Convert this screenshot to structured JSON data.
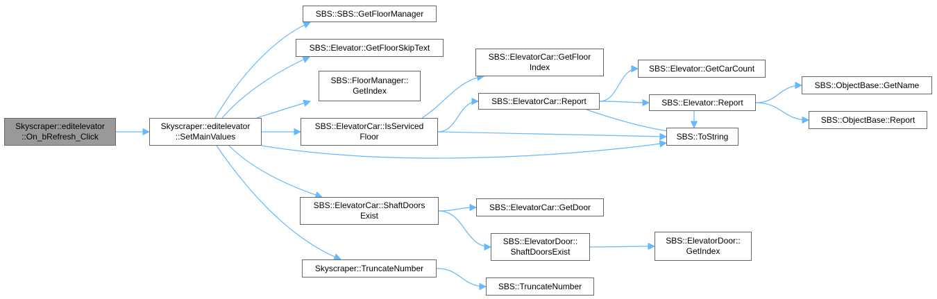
{
  "diagram": {
    "edge_color": "#63b8ff",
    "root_fill": "#999999",
    "node_border": "#666666",
    "nodes": [
      {
        "id": "root",
        "lines": [
          "Skyscraper::editelevator",
          "::On_bRefresh_Click"
        ],
        "root": true
      },
      {
        "id": "setmain",
        "lines": [
          "Skyscraper::editelevator",
          "::SetMainValues"
        ]
      },
      {
        "id": "getfloormgr",
        "lines": [
          "SBS::SBS::GetFloorManager"
        ]
      },
      {
        "id": "floorskip",
        "lines": [
          "SBS::Elevator::GetFloorSkipText"
        ]
      },
      {
        "id": "fm_getindex",
        "lines": [
          "SBS::FloorManager::",
          "GetIndex"
        ]
      },
      {
        "id": "isserviced",
        "lines": [
          "SBS::ElevatorCar::IsServiced",
          "Floor"
        ]
      },
      {
        "id": "shaftdoors",
        "lines": [
          "SBS::ElevatorCar::ShaftDoors",
          "Exist"
        ]
      },
      {
        "id": "truncnum_sky",
        "lines": [
          "Skyscraper::TruncateNumber"
        ]
      },
      {
        "id": "getfloorindex",
        "lines": [
          "SBS::ElevatorCar::GetFloor",
          "Index"
        ]
      },
      {
        "id": "car_report",
        "lines": [
          "SBS::ElevatorCar::Report"
        ]
      },
      {
        "id": "getdoor",
        "lines": [
          "SBS::ElevatorCar::GetDoor"
        ]
      },
      {
        "id": "door_shaft",
        "lines": [
          "SBS::ElevatorDoor::",
          "ShaftDoorsExist"
        ]
      },
      {
        "id": "truncnum_sbs",
        "lines": [
          "SBS::TruncateNumber"
        ]
      },
      {
        "id": "getcarcount",
        "lines": [
          "SBS::Elevator::GetCarCount"
        ]
      },
      {
        "id": "elev_report",
        "lines": [
          "SBS::Elevator::Report"
        ]
      },
      {
        "id": "tostring",
        "lines": [
          "SBS::ToString"
        ]
      },
      {
        "id": "door_getindex",
        "lines": [
          "SBS::ElevatorDoor::",
          "GetIndex"
        ]
      },
      {
        "id": "getname",
        "lines": [
          "SBS::ObjectBase::GetName"
        ]
      },
      {
        "id": "ob_report",
        "lines": [
          "SBS::ObjectBase::Report"
        ]
      }
    ],
    "edges": [
      {
        "from": "root",
        "to": "setmain"
      },
      {
        "from": "setmain",
        "to": "getfloormgr"
      },
      {
        "from": "setmain",
        "to": "floorskip"
      },
      {
        "from": "setmain",
        "to": "fm_getindex"
      },
      {
        "from": "setmain",
        "to": "isserviced"
      },
      {
        "from": "setmain",
        "to": "tostring"
      },
      {
        "from": "setmain",
        "to": "shaftdoors"
      },
      {
        "from": "setmain",
        "to": "truncnum_sky"
      },
      {
        "from": "isserviced",
        "to": "getfloorindex"
      },
      {
        "from": "isserviced",
        "to": "car_report"
      },
      {
        "from": "isserviced",
        "to": "tostring"
      },
      {
        "from": "car_report",
        "to": "getcarcount"
      },
      {
        "from": "car_report",
        "to": "elev_report"
      },
      {
        "from": "car_report",
        "to": "tostring"
      },
      {
        "from": "elev_report",
        "to": "getname"
      },
      {
        "from": "elev_report",
        "to": "ob_report"
      },
      {
        "from": "elev_report",
        "to": "tostring"
      },
      {
        "from": "shaftdoors",
        "to": "getdoor"
      },
      {
        "from": "shaftdoors",
        "to": "door_shaft"
      },
      {
        "from": "door_shaft",
        "to": "door_getindex"
      },
      {
        "from": "truncnum_sky",
        "to": "truncnum_sbs"
      }
    ]
  }
}
